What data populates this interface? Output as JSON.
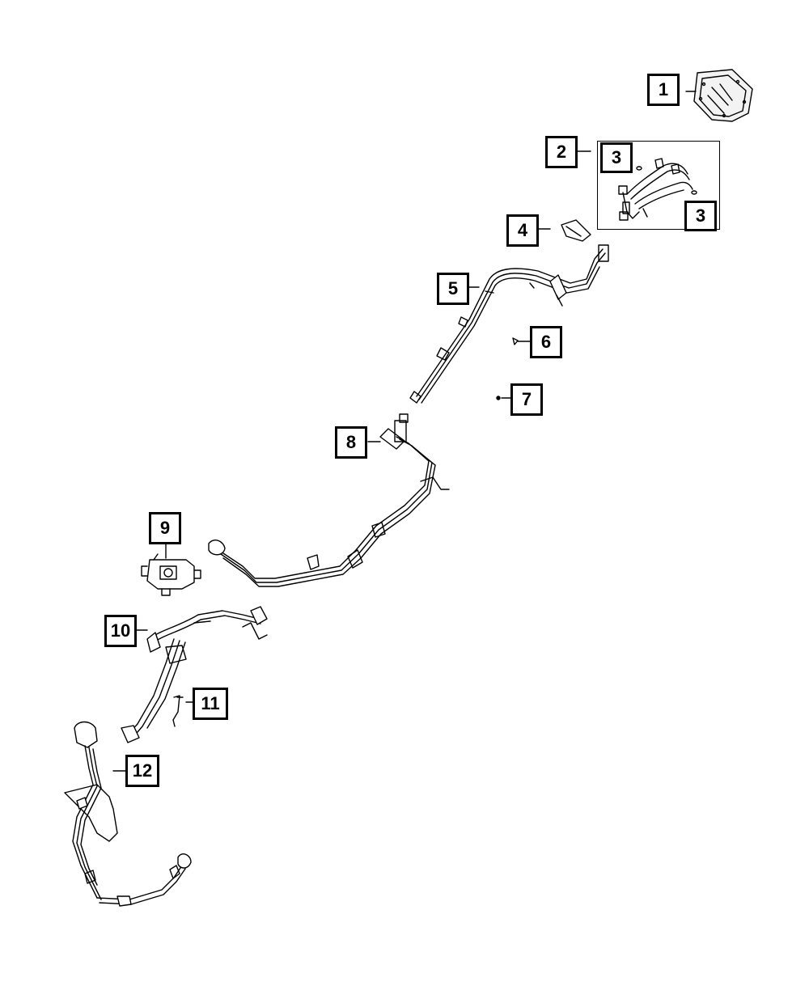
{
  "callouts": [
    {
      "id": "c1",
      "label": "1"
    },
    {
      "id": "c2",
      "label": "2"
    },
    {
      "id": "c3a",
      "label": "3"
    },
    {
      "id": "c3b",
      "label": "3"
    },
    {
      "id": "c4",
      "label": "4"
    },
    {
      "id": "c5",
      "label": "5"
    },
    {
      "id": "c6",
      "label": "6"
    },
    {
      "id": "c7",
      "label": "7"
    },
    {
      "id": "c8",
      "label": "8"
    },
    {
      "id": "c9",
      "label": "9"
    },
    {
      "id": "c10",
      "label": "10"
    },
    {
      "id": "c11",
      "label": "11"
    },
    {
      "id": "c12",
      "label": "12"
    }
  ],
  "colors": {
    "line": "#000000",
    "fill": "#ffffff",
    "tint": "#d9d9d9"
  }
}
